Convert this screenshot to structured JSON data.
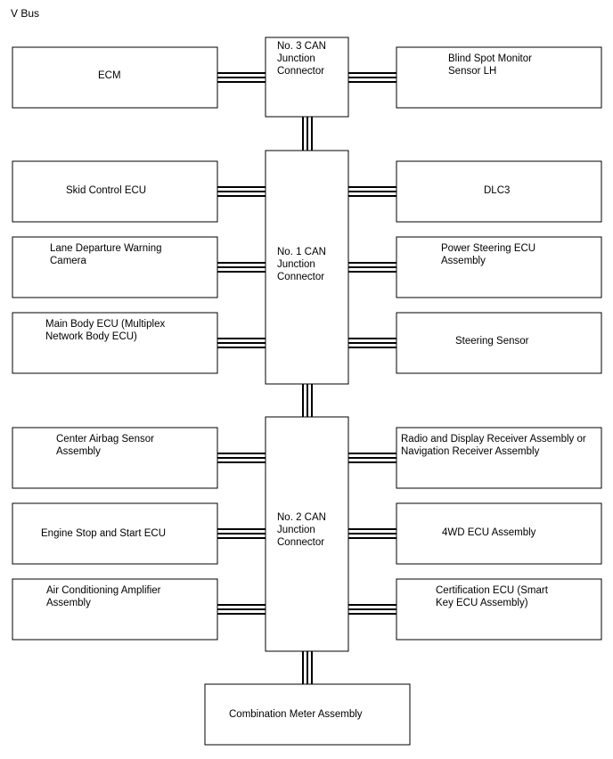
{
  "title": "V Bus",
  "junctions": {
    "j3": [
      "No. 3 CAN",
      "Junction",
      "Connector"
    ],
    "j1": [
      "No. 1 CAN",
      "Junction",
      "Connector"
    ],
    "j2": [
      "No. 2 CAN",
      "Junction",
      "Connector"
    ]
  },
  "ecus": {
    "ecm": [
      "ECM"
    ],
    "bsm": [
      "Blind Spot Monitor",
      "Sensor LH"
    ],
    "skid": [
      "Skid Control ECU"
    ],
    "dlc3": [
      "DLC3"
    ],
    "lane": [
      "Lane Departure Warning",
      "Camera"
    ],
    "ps": [
      "Power Steering ECU",
      "Assembly"
    ],
    "mainbody": [
      "Main Body ECU (Multiplex",
      "Network Body ECU)"
    ],
    "steer": [
      "Steering Sensor"
    ],
    "airbag": [
      "Center Airbag Sensor",
      "Assembly"
    ],
    "radio": [
      "Radio and Display Receiver Assembly or",
      "Navigation Receiver Assembly"
    ],
    "engine": [
      "Engine Stop and Start ECU"
    ],
    "fwd": [
      "4WD ECU Assembly"
    ],
    "ac": [
      "Air Conditioning Amplifier",
      "Assembly"
    ],
    "cert": [
      "Certification ECU (Smart",
      "Key ECU Assembly)"
    ],
    "meter": [
      "Combination Meter Assembly"
    ]
  }
}
